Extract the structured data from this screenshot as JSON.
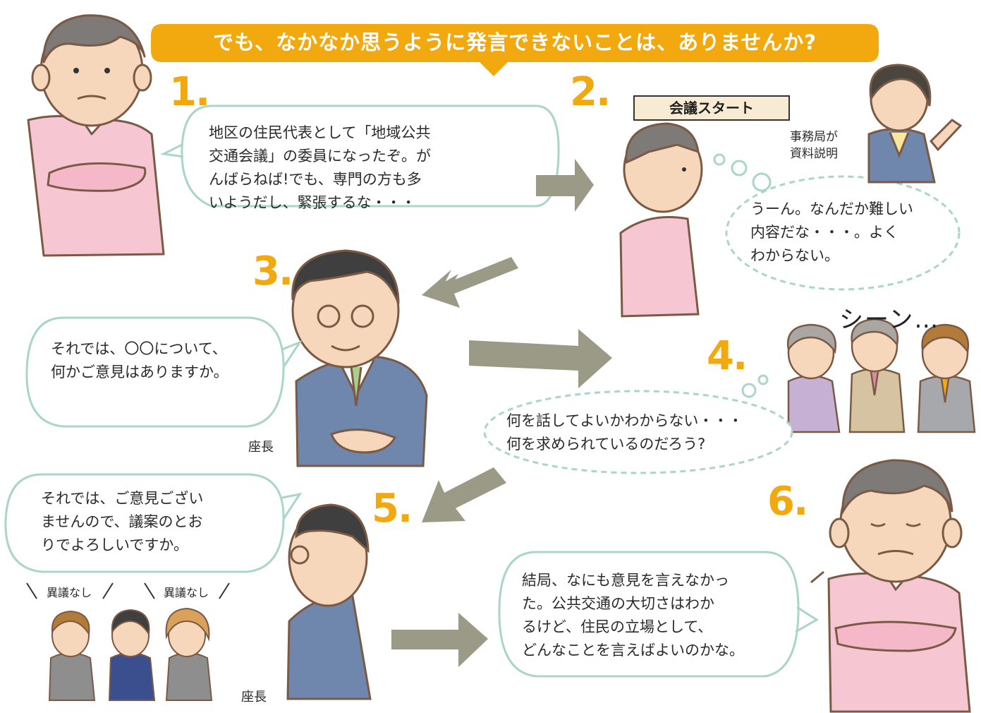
{
  "banner": {
    "text": "でも、なかなか思うように発言できないことは、ありませんか?"
  },
  "steps": [
    "1.",
    "2.",
    "3.",
    "4.",
    "5.",
    "6."
  ],
  "scene1": {
    "speech": [
      "地区の住民代表として「地域公共",
      "交通会議」の委員になったぞ。が",
      "んばらねば!でも、専門の方も多",
      "いようだし、緊張するな・・・"
    ]
  },
  "scene2": {
    "label": "会議スタート",
    "secretariat": [
      "事務局が",
      "資料説明"
    ],
    "thought": [
      "うーん。なんだか難しい",
      "内容だな・・・。よく",
      "わからない。"
    ]
  },
  "scene3": {
    "speech": [
      "それでは、〇〇について、",
      "何かご意見はありますか。"
    ],
    "role": "座長"
  },
  "scene4": {
    "sfx": "シーン…",
    "thought": [
      "何を話してよいかわからない・・・",
      "何を求められているのだろう?"
    ]
  },
  "scene5": {
    "speech": [
      "それでは、ご意見ござい",
      "ませんので、議案のとお",
      "りでよろしいですか。"
    ],
    "role": "座長",
    "no_objection": [
      "異議なし",
      "異議なし"
    ]
  },
  "scene6": {
    "speech": [
      "結局、なにも意見を言えなかっ",
      "た。公共交通の大切さはわか",
      "るけど、住民の立場として、",
      "どんなことを言えばよいのかな。"
    ]
  },
  "colors": {
    "banner": "#f2a90f",
    "step_number": "#f2a90f",
    "bubble_border": "#a9d6c6",
    "arrow": "#9b9a86",
    "sweater_pink": "#f6c6d3",
    "suit_blue": "#6f86ad",
    "hair_gray": "#7d7a77"
  }
}
